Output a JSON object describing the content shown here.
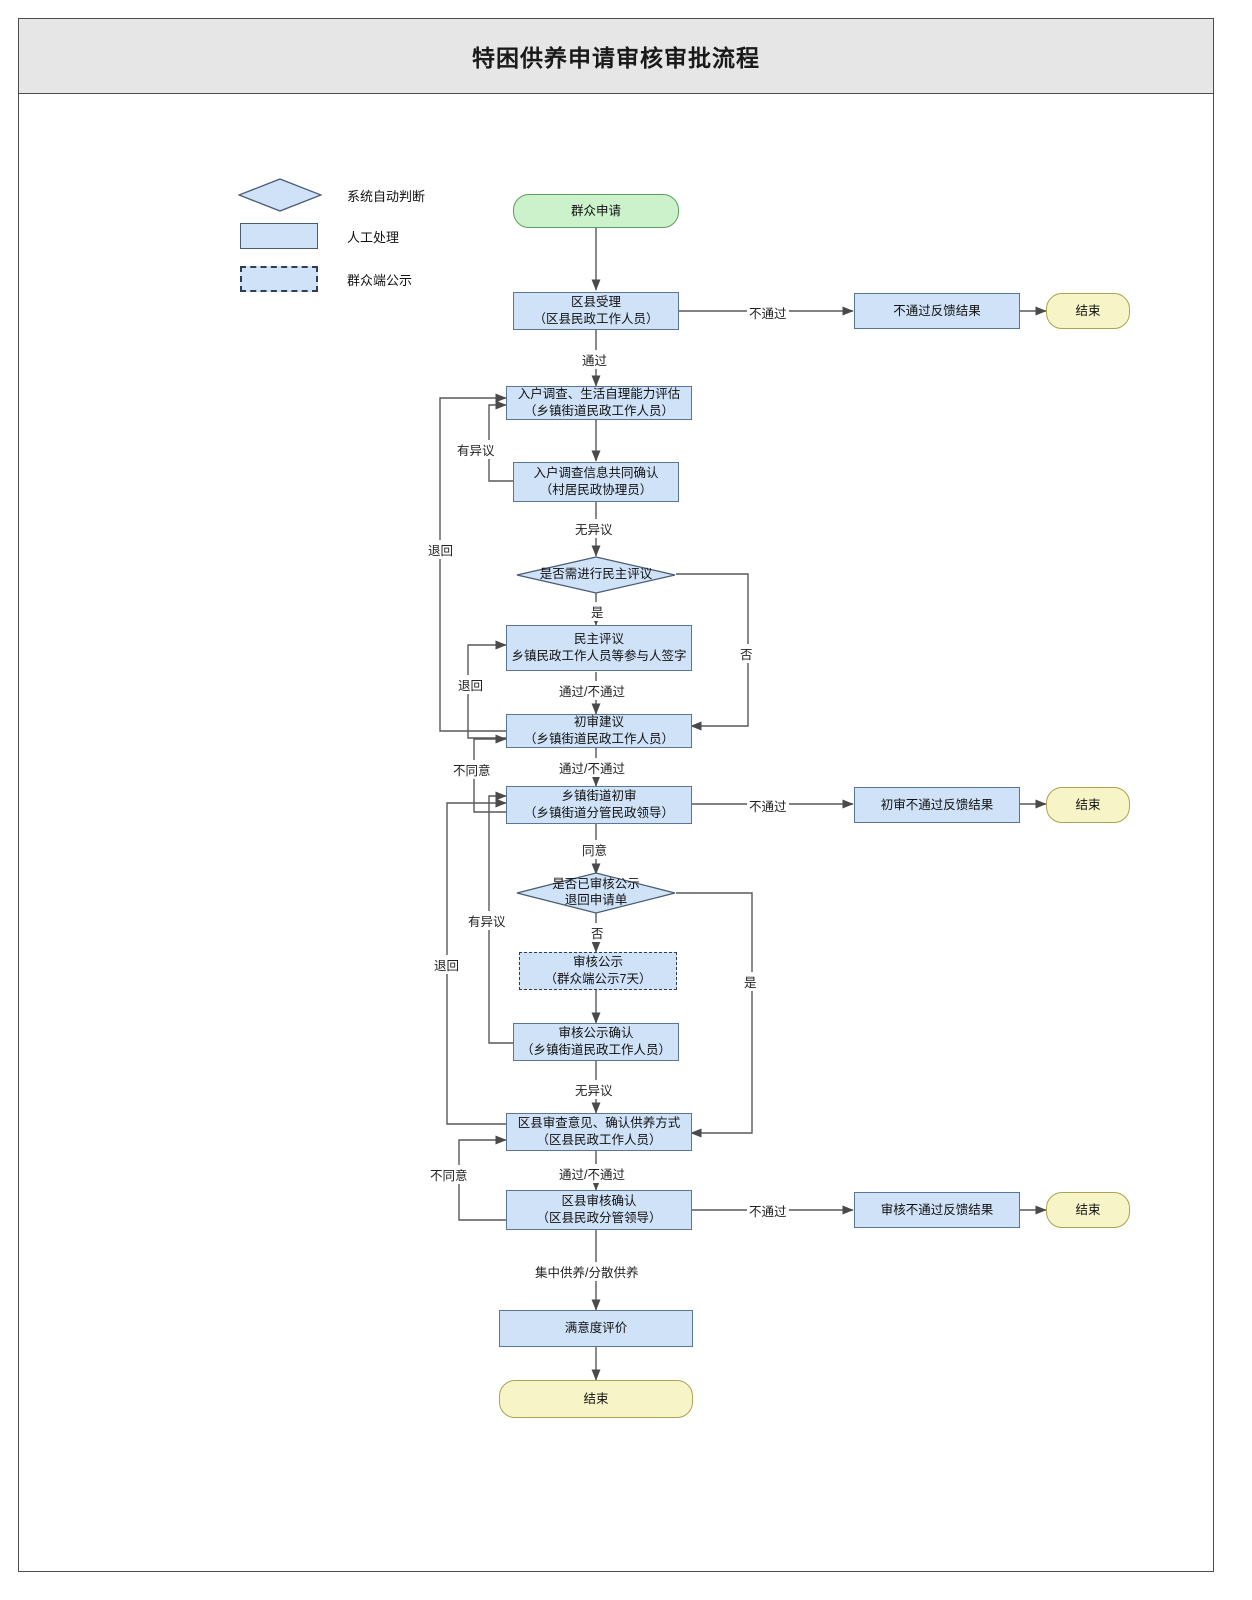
{
  "title": "特困供养申请审核审批流程",
  "legend": {
    "items": [
      {
        "shape": "diamond",
        "label": "系统自动判断"
      },
      {
        "shape": "rect",
        "label": "人工处理"
      },
      {
        "shape": "dashed-rect",
        "label": "群众端公示"
      }
    ]
  },
  "colors": {
    "header_bg": "#e6e6e6",
    "process_fill": "#cfe2f7",
    "process_stroke": "#5b7594",
    "start_fill": "#ccf2cc",
    "start_stroke": "#5f9c5f",
    "end_fill": "#f7f5c8",
    "end_stroke": "#a8a44f",
    "publish_stroke": "#2b3f59",
    "line": "#595959"
  },
  "nodes": {
    "start": {
      "label": "群众申请",
      "type": "start"
    },
    "accept": {
      "label": "区县受理",
      "sub": "（区县民政工作人员）",
      "type": "process"
    },
    "reject1": {
      "label": "不通过反馈结果",
      "type": "process"
    },
    "end1": {
      "label": "结束",
      "type": "end"
    },
    "survey": {
      "label": "入户调查、生活自理能力评估",
      "sub": "（乡镇街道民政工作人员）",
      "type": "process"
    },
    "confirm": {
      "label": "入户调查信息共同确认",
      "sub": "（村居民政协理员）",
      "type": "process"
    },
    "need_review": {
      "label": "是否需进行民主评议",
      "type": "decision"
    },
    "democratic": {
      "label": "民主评议",
      "sub": "乡镇民政工作人员等参与人签字",
      "type": "process"
    },
    "first_opinion": {
      "label": "初审建议",
      "sub": "（乡镇街道民政工作人员）",
      "type": "process"
    },
    "town_first": {
      "label": "乡镇街道初审",
      "sub": "（乡镇街道分管民政领导）",
      "type": "process"
    },
    "reject2": {
      "label": "初审不通过反馈结果",
      "type": "process"
    },
    "end2": {
      "label": "结束",
      "type": "end"
    },
    "already_public": {
      "label": "是否已审核公示",
      "sub": "退回申请单",
      "type": "decision"
    },
    "public_notice": {
      "label": "审核公示",
      "sub": "（群众端公示7天）",
      "type": "publish"
    },
    "public_confirm": {
      "label": "审核公示确认",
      "sub": "（乡镇街道民政工作人员）",
      "type": "process"
    },
    "district_review": {
      "label": "区县审查意见、确认供养方式",
      "sub": "（区县民政工作人员）",
      "type": "process"
    },
    "district_confirm": {
      "label": "区县审核确认",
      "sub": "（区县民政分管领导）",
      "type": "process"
    },
    "reject3": {
      "label": "审核不通过反馈结果",
      "type": "process"
    },
    "end3": {
      "label": "结束",
      "type": "end"
    },
    "satisfaction": {
      "label": "满意度评价",
      "type": "process"
    },
    "end4": {
      "label": "结束",
      "type": "end"
    }
  },
  "edge_labels": {
    "fail1": "不通过",
    "pass1": "通过",
    "objection1": "有异议",
    "return1": "退回",
    "no_objection1": "无异议",
    "yes1": "是",
    "no1": "否",
    "pass_fail1": "通过/不通过",
    "return2": "退回",
    "pass_fail2": "通过/不通过",
    "disagree1": "不同意",
    "fail2": "不通过",
    "agree1": "同意",
    "no2": "否",
    "yes2": "是",
    "objection2": "有异议",
    "return3": "退回",
    "no_objection2": "无异议",
    "pass_fail3": "通过/不通过",
    "disagree2": "不同意",
    "fail3": "不通过",
    "support_type": "集中供养/分散供养"
  }
}
